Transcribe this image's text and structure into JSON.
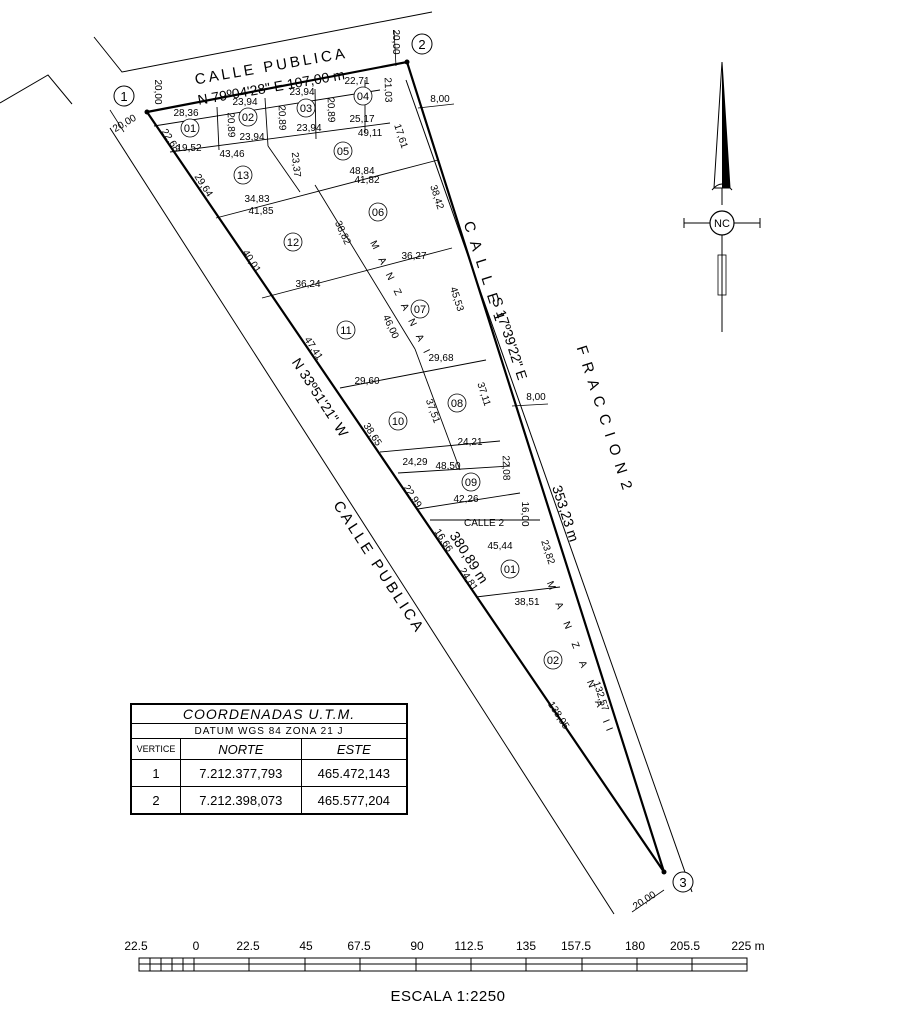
{
  "streets": {
    "top": "CALLE PUBLICA",
    "left": "CALLE PUBLICA",
    "right": "C A L L E   1",
    "calle2": "CALLE 2"
  },
  "fraccion": "F R A C C I O N   2",
  "bearings": {
    "top": "N 79º04'28\" E   107,00 m",
    "right": "S 17º39'22\" E",
    "left": "N 33º51'21\" W",
    "right_len": "353,23 m",
    "left_len": "380,89 m"
  },
  "vertices": [
    "1",
    "2",
    "3"
  ],
  "widths": {
    "w20a": "20,00",
    "w20b": "20,00",
    "w20c": "20,00",
    "w20d": "20,00",
    "w8a": "8,00",
    "w8b": "8,00",
    "w16": "16,00"
  },
  "manzanas": {
    "m1": "M A N Z A N A   I",
    "m2": "M A N Z A N A   II"
  },
  "lots": {
    "l01": "01",
    "l02": "02",
    "l03": "03",
    "l04": "04",
    "l05": "05",
    "l06": "06",
    "l07": "07",
    "l08": "08",
    "l09": "09",
    "l10": "10",
    "l11": "11",
    "l12": "12",
    "l13": "13",
    "m2l01": "01",
    "m2l02": "02"
  },
  "dims": {
    "d2836": "28,36",
    "d2394a": "23,94",
    "d2394b": "23,94",
    "d2271": "22,71",
    "d2089a": "20,89",
    "d2089b": "20,89",
    "d2089c": "20,89",
    "d2103": "21,03",
    "d1952": "19,52",
    "d2394c": "23,94",
    "d2394d": "23,94",
    "d2517": "25,17",
    "d2268": "22,68",
    "d4346": "43,46",
    "d4911": "49,11",
    "d1761": "17,61",
    "d2337": "23,37",
    "d4884": "48,84",
    "d2964": "29,64",
    "d3483": "34,83",
    "d4182": "41,82",
    "d4185": "41,85",
    "d3842": "38,42",
    "d3882": "38,82",
    "d3627": "36,27",
    "d4001": "40,01",
    "d3624": "36,24",
    "d4553": "45,53",
    "d4600": "46,00",
    "d4741": "47,41",
    "d2968": "29,68",
    "d2960": "29,60",
    "d3711": "37,11",
    "d3751": "37,51",
    "d3865": "38,65",
    "d2421": "24,21",
    "d2429": "24,29",
    "d4850": "48,50",
    "d2208": "22,08",
    "d2299": "22,99",
    "d4226": "42,26",
    "d1666": "16,66",
    "d4544": "45,44",
    "d2382": "23,82",
    "d2481": "24,81",
    "d3851": "38,51",
    "d13257": "132,57",
    "d13805": "138,05"
  },
  "north": {
    "label": "NC"
  },
  "table": {
    "title": "COORDENADAS U.T.M.",
    "datum": "DATUM WGS 84   ZONA 21 J",
    "headers": {
      "vertice": "VERTICE",
      "norte": "NORTE",
      "este": "ESTE"
    },
    "rows": [
      {
        "v": "1",
        "norte": "7.212.377,793",
        "este": "465.472,143"
      },
      {
        "v": "2",
        "norte": "7.212.398,073",
        "este": "465.577,204"
      }
    ]
  },
  "scale": {
    "ticks": [
      "22.5",
      "0",
      "22.5",
      "45",
      "67.5",
      "90",
      "112.5",
      "135",
      "157.5",
      "180",
      "205.5",
      "225 m"
    ],
    "title": "ESCALA  1:2250"
  }
}
